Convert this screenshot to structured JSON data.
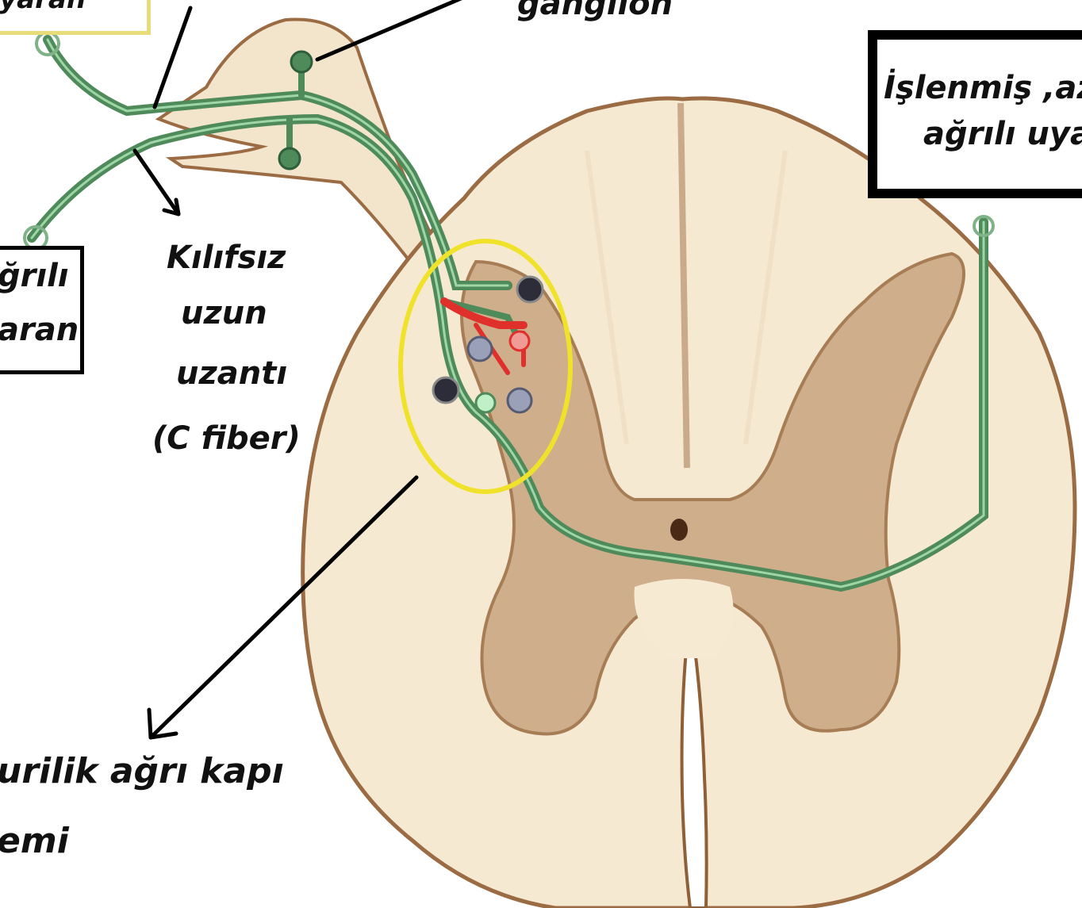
{
  "labels": {
    "top_left_fragment": "yaran",
    "ganglion_fragment": "ganglion",
    "processed_box_line1": "İşlenmiş ,az",
    "processed_box_line2": "ağrılı uya",
    "left_box_line1": "ğrılı",
    "left_box_line2": "aran",
    "c_fiber_line1": "Kılıfsız",
    "c_fiber_line2": "uzun",
    "c_fiber_line3": "uzantı",
    "c_fiber_line4": "(C fiber)",
    "gate_line1": "urilik ağrı kapı",
    "gate_line2": "emi"
  },
  "colors": {
    "nerve_green": "#4e8a5a",
    "nerve_highlight": "#9fd6a8",
    "white_matter": "#f4e6cd",
    "grey_matter": "#c9a684",
    "outline_brown": "#9b6b43",
    "highlight_circle": "#f0e22a",
    "pain_fiber_red": "#e0302b",
    "label_box_yellow_border": "#e8dc7a",
    "label_box_black_border": "#000000"
  },
  "icons": {
    "pointer_arrow": "black-arrow",
    "synapse": "neuron-cell-body"
  }
}
